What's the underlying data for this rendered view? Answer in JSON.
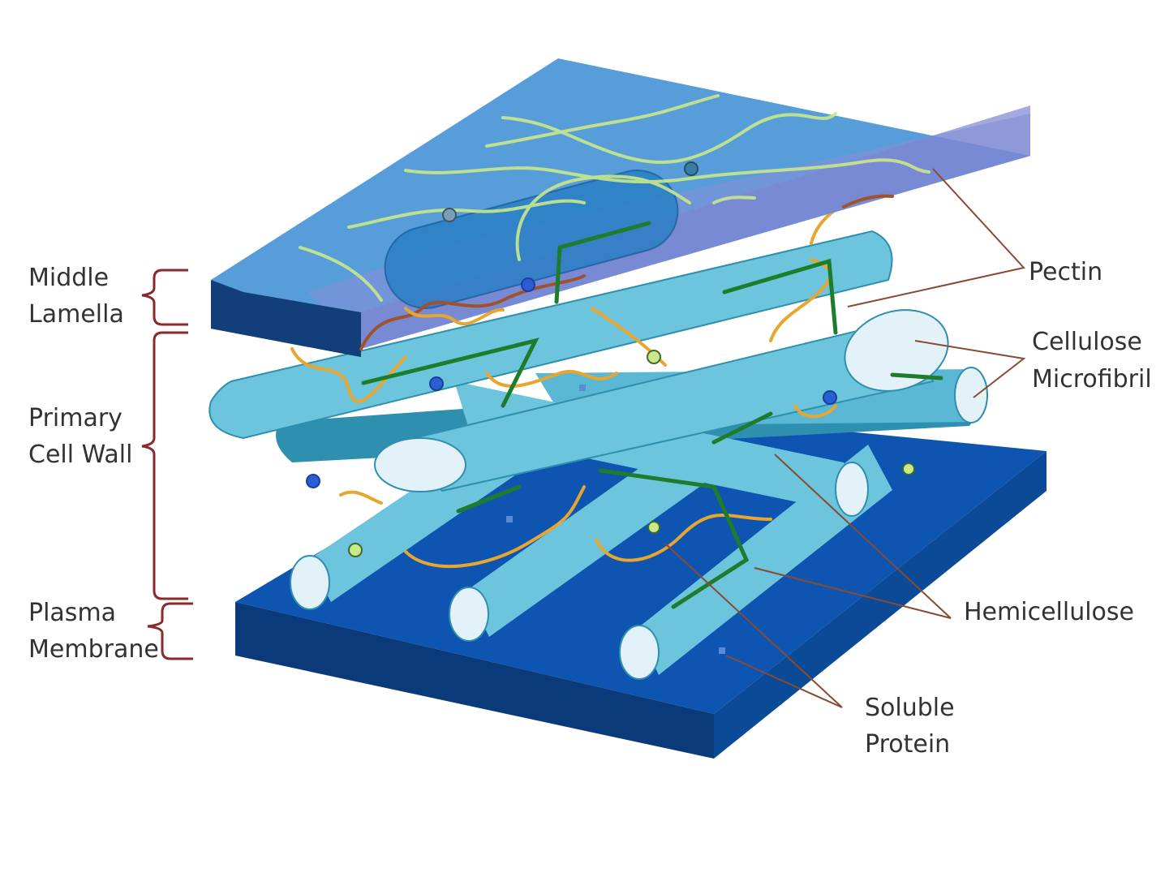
{
  "labels": {
    "middle_lamella": [
      "Middle",
      "Lamella"
    ],
    "primary_cell_wall": [
      "Primary",
      "Cell Wall"
    ],
    "plasma_membrane": [
      "Plasma",
      "Membrane"
    ],
    "pectin": [
      "Pectin"
    ],
    "cellulose_microfibril": [
      "Cellulose",
      "Microfibril"
    ],
    "hemicellulose": [
      "Hemicellulose"
    ],
    "soluble_protein": [
      "Soluble",
      "Protein"
    ]
  },
  "colors": {
    "membrane_top": "#0d55b0",
    "membrane_side": "#0a3a7a",
    "lamella_top": "#3f8fd4",
    "lamella_purple": "#8a8ed8",
    "lamella_side": "#123f7a",
    "fibril": "#6cc5dc",
    "fibril_dark": "#2f8fae",
    "fibril_end": "#e3f1f8",
    "pectin_strand": "#c9e88a",
    "hemicellulose_strand": "#e8a530",
    "green_strand": "#1d7d2c",
    "brown_strand": "#a0522d",
    "leader_line": "#8a4a32",
    "bracket": "#8a2a2a",
    "text": "#333333"
  }
}
